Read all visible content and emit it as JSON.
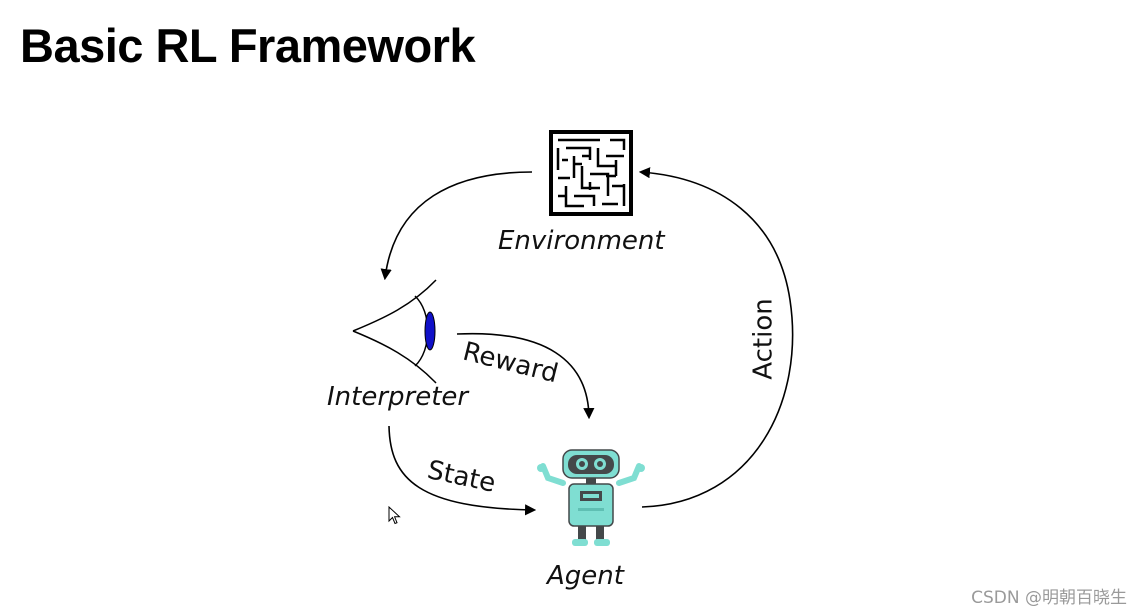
{
  "title": "Basic RL Framework",
  "nodes": {
    "environment": "Environment",
    "interpreter": "Interpreter",
    "agent": "Agent"
  },
  "edges": {
    "reward": "Reward",
    "state": "State",
    "action": "Action"
  },
  "icons": [
    "maze-icon",
    "eye-icon",
    "robot-icon",
    "mouse-cursor-icon"
  ],
  "colors": {
    "robot": "#7fded2",
    "robot_dark": "#44484a",
    "pupil": "#1010c8"
  },
  "watermark": "CSDN @明朝百晓生"
}
